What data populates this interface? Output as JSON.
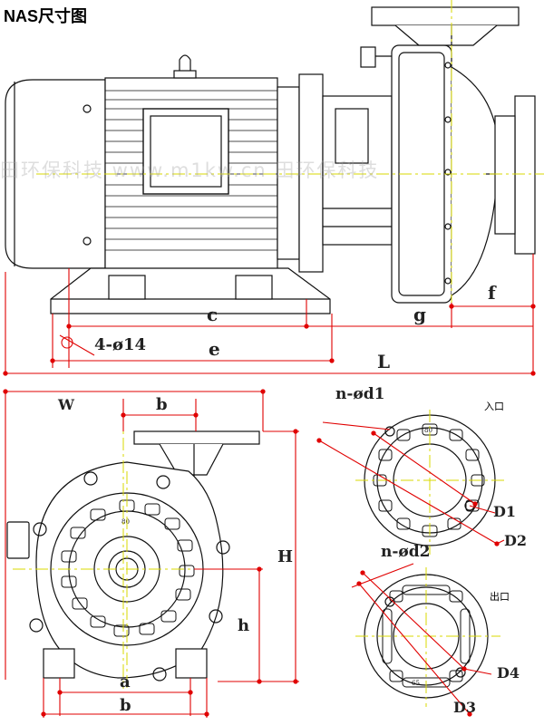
{
  "title": "NAS尺寸图",
  "watermark": "田环保科技 www.m1kw.cn 田环保科技",
  "colors": {
    "dim": "#e00000",
    "line": "#111111",
    "center": "#d8d800"
  },
  "labels": {
    "c": "c",
    "g": "g",
    "f": "f",
    "e": "e",
    "L": "L",
    "holes": "4-ø14",
    "W": "W",
    "b_top": "b",
    "H": "H",
    "h": "h",
    "a": "a",
    "b_bottom": "b",
    "n_d1": "n-ød1",
    "D1": "D1",
    "D2": "D2",
    "inlet": "入口",
    "n_d2": "n-ød2",
    "D4": "D4",
    "D3": "D3",
    "outlet": "出口",
    "tag_inlet": "80",
    "tag_outlet": "65",
    "tag_casing": "80"
  }
}
